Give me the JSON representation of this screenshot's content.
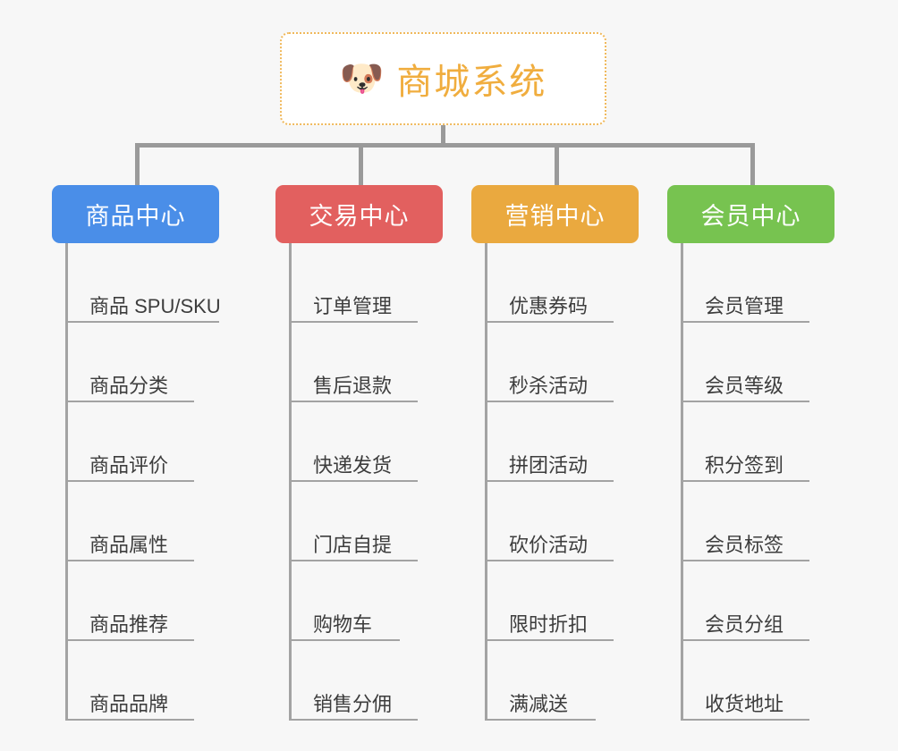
{
  "page": {
    "background_color": "#f7f7f7",
    "type": "mindmap-tree"
  },
  "root": {
    "icon": "dog-face-emoji",
    "emoji": "🐶",
    "title": "商城系统",
    "border_color": "#f0b95c",
    "text_color": "#f0ad3e",
    "background": "#ffffff"
  },
  "connector": {
    "color": "#9a9a9a"
  },
  "branches": [
    {
      "id": "product-center",
      "label": "商品中心",
      "color": "#4a8ee8",
      "items": [
        {
          "label": "商品 SPU/SKU",
          "width": "long"
        },
        {
          "label": "商品分类",
          "width": "med"
        },
        {
          "label": "商品评价",
          "width": "med"
        },
        {
          "label": "商品属性",
          "width": "med"
        },
        {
          "label": "商品推荐",
          "width": "med"
        },
        {
          "label": "商品品牌",
          "width": "med"
        }
      ]
    },
    {
      "id": "trade-center",
      "label": "交易中心",
      "color": "#e2605f",
      "items": [
        {
          "label": "订单管理",
          "width": "med"
        },
        {
          "label": "售后退款",
          "width": "med"
        },
        {
          "label": "快递发货",
          "width": "med"
        },
        {
          "label": "门店自提",
          "width": "med"
        },
        {
          "label": "购物车",
          "width": "short"
        },
        {
          "label": "销售分佣",
          "width": "med"
        }
      ]
    },
    {
      "id": "marketing-center",
      "label": "营销中心",
      "color": "#eaa93f",
      "items": [
        {
          "label": "优惠券码",
          "width": "med"
        },
        {
          "label": "秒杀活动",
          "width": "med"
        },
        {
          "label": "拼团活动",
          "width": "med"
        },
        {
          "label": "砍价活动",
          "width": "med"
        },
        {
          "label": "限时折扣",
          "width": "med"
        },
        {
          "label": "满减送",
          "width": "short"
        }
      ]
    },
    {
      "id": "member-center",
      "label": "会员中心",
      "color": "#77c350",
      "items": [
        {
          "label": "会员管理",
          "width": "med"
        },
        {
          "label": "会员等级",
          "width": "med"
        },
        {
          "label": "积分签到",
          "width": "med"
        },
        {
          "label": "会员标签",
          "width": "med"
        },
        {
          "label": "会员分组",
          "width": "med"
        },
        {
          "label": "收货地址",
          "width": "med"
        }
      ]
    }
  ]
}
